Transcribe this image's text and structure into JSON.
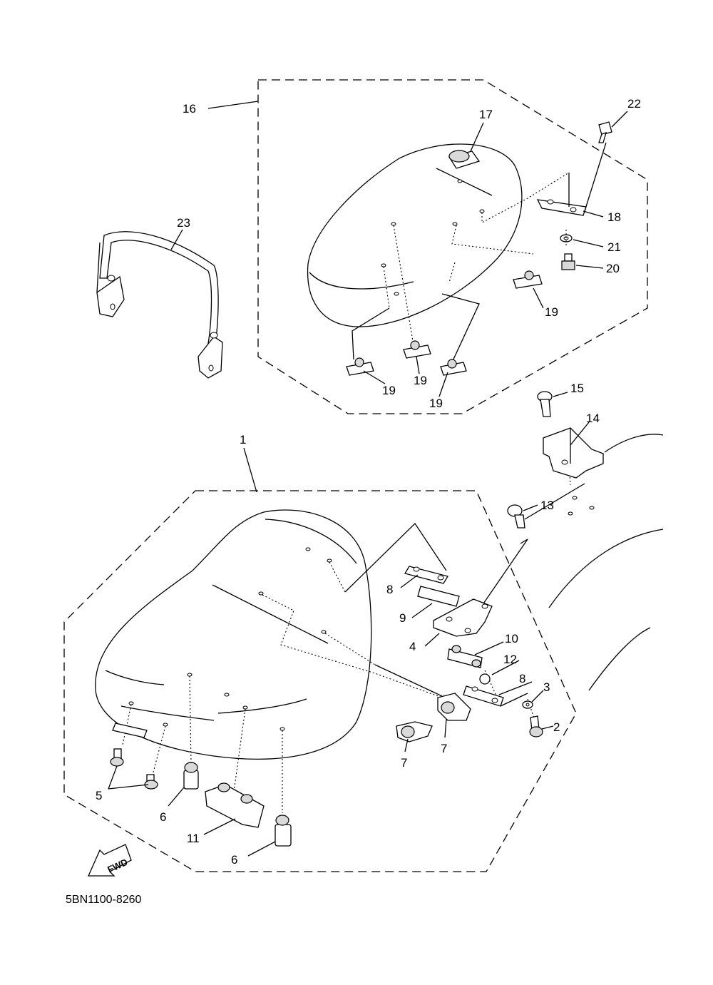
{
  "diagram_code": "5BN1100-8260",
  "fwd_label": "FWD",
  "callouts": [
    {
      "id": "c16",
      "text": "16"
    },
    {
      "id": "c17",
      "text": "17"
    },
    {
      "id": "c22",
      "text": "22"
    },
    {
      "id": "c23",
      "text": "23"
    },
    {
      "id": "c18",
      "text": "18"
    },
    {
      "id": "c21",
      "text": "21"
    },
    {
      "id": "c20",
      "text": "20"
    },
    {
      "id": "c19a",
      "text": "19"
    },
    {
      "id": "c19b",
      "text": "19"
    },
    {
      "id": "c19c",
      "text": "19"
    },
    {
      "id": "c19d",
      "text": "19"
    },
    {
      "id": "c15",
      "text": "15"
    },
    {
      "id": "c14",
      "text": "14"
    },
    {
      "id": "c1",
      "text": "1"
    },
    {
      "id": "c13",
      "text": "13"
    },
    {
      "id": "c8a",
      "text": "8"
    },
    {
      "id": "c9",
      "text": "9"
    },
    {
      "id": "c4",
      "text": "4"
    },
    {
      "id": "c10",
      "text": "10"
    },
    {
      "id": "c12",
      "text": "12"
    },
    {
      "id": "c8b",
      "text": "8"
    },
    {
      "id": "c3",
      "text": "3"
    },
    {
      "id": "c2",
      "text": "2"
    },
    {
      "id": "c7a",
      "text": "7"
    },
    {
      "id": "c7b",
      "text": "7"
    },
    {
      "id": "c5",
      "text": "5"
    },
    {
      "id": "c6a",
      "text": "6"
    },
    {
      "id": "c11",
      "text": "11"
    },
    {
      "id": "c6b",
      "text": "6"
    }
  ]
}
